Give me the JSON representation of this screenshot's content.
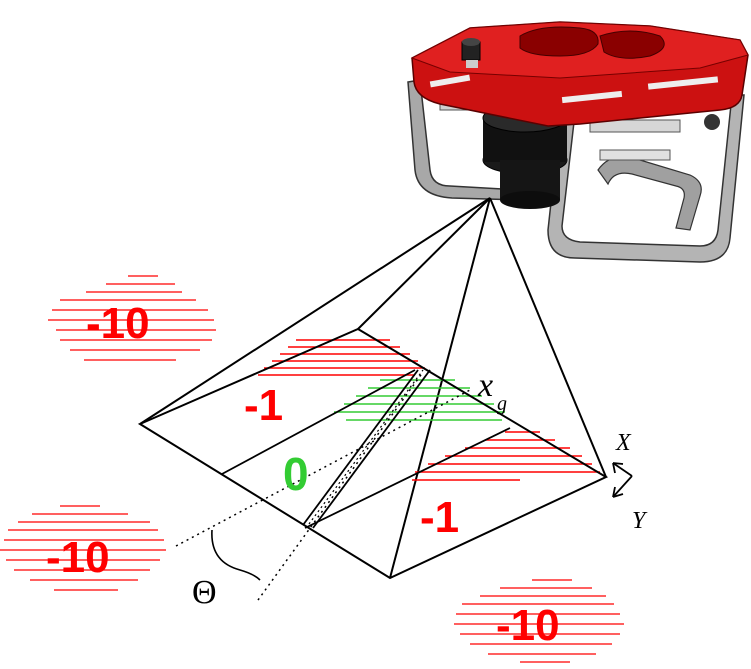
{
  "scene": {
    "far_label_left_top": "-10",
    "far_label_left_bottom": "-10",
    "far_label_right_bottom": "-10",
    "region_label_upper": "-1",
    "region_label_goal": "0",
    "region_label_lower": "-1",
    "goal_symbol": "x",
    "goal_subscript": "g",
    "angle_symbol": "Θ",
    "axis_x": "X",
    "axis_y": "Y"
  },
  "colors": {
    "penalty": "#ff0000",
    "goal": "#33cc33",
    "rov_body": "#cc1111",
    "rov_frame": "#a8a8a8",
    "rov_motor": "#111111"
  },
  "icons": {
    "robot": "underwater-rov-icon",
    "axes": "coordinate-axes-icon"
  }
}
